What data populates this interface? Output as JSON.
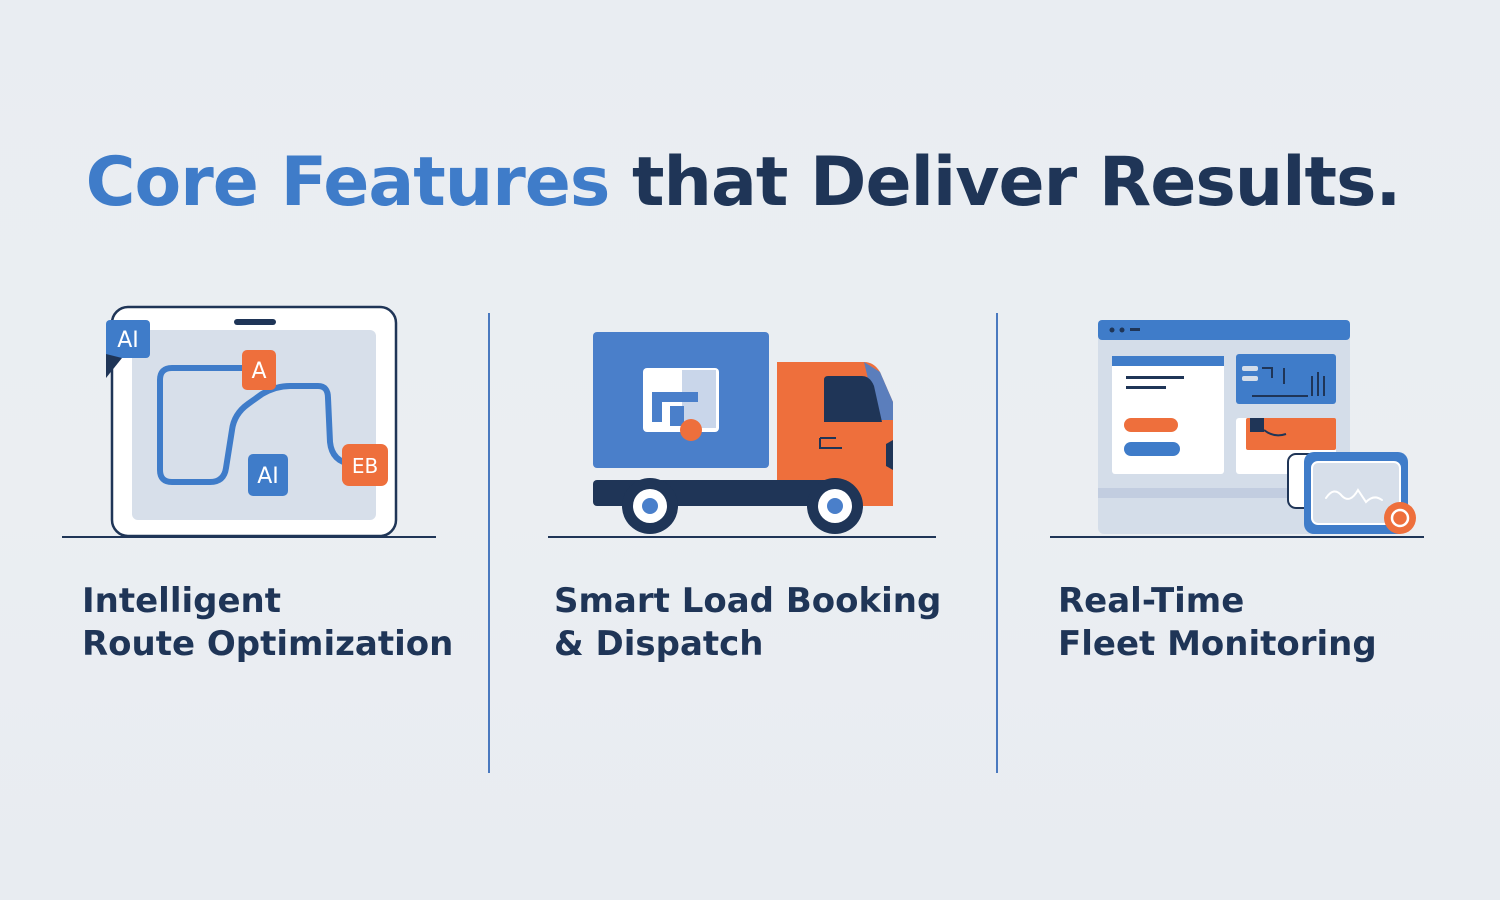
{
  "heading": {
    "accent": "Core Features",
    "rest": "that Deliver Results."
  },
  "colors": {
    "accent_blue": "#3f7cc9",
    "dark_navy": "#1f3557",
    "orange": "#ee6f3c",
    "background": "#eaedf1"
  },
  "features": [
    {
      "icon": "route-map-tablet-icon",
      "line1": "Intelligent",
      "line2": "Route Optimization",
      "badges": {
        "ai_top": "AI",
        "point_a": "A",
        "ai_bottom": "AI",
        "point_end": "EB"
      }
    },
    {
      "icon": "delivery-truck-icon",
      "line1": "Smart Load Booking",
      "line2": "& Dispatch"
    },
    {
      "icon": "monitoring-dashboard-icon",
      "line1": "Real-Time",
      "line2": "Fleet Monitoring"
    }
  ]
}
